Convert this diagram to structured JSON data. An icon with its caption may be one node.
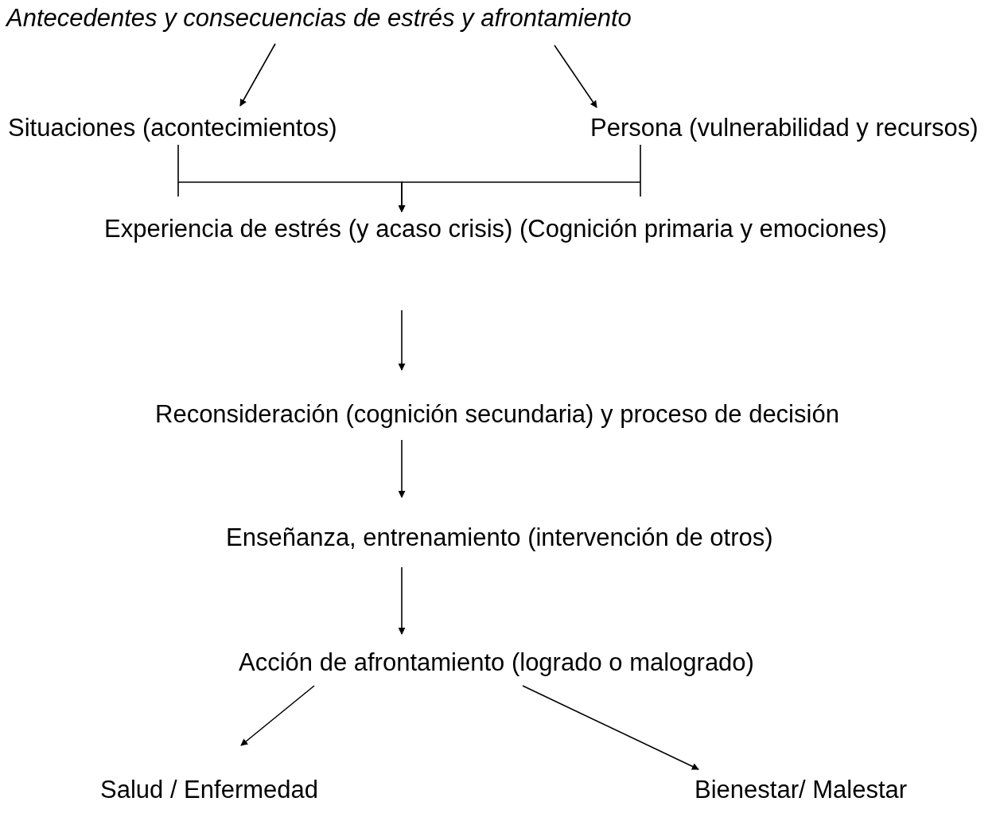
{
  "diagram": {
    "nodes": [
      {
        "text": [
          "Antecedentes y consecuencias de estrés y afrontamiento"
        ]
      },
      {
        "text": [
          "Situaciones (acontecimientos)"
        ]
      },
      {
        "text": [
          "Persona (vulnerabilidad y recursos)"
        ]
      },
      {
        "text": [
          "Experiencia de estrés (y acaso crisis) (Cognición primaria y emociones)"
        ]
      },
      {
        "text": [
          "Reconsideración (cognición secundaria) y proceso de decisión"
        ]
      },
      {
        "text": [
          "Enseñanza, entrenamiento (intervención de otros)"
        ]
      },
      {
        "text": [
          "Acción de afrontamiento (logrado o malogrado)"
        ]
      },
      {
        "text": [
          "Salud / Enfermedad"
        ]
      },
      {
        "text": [
          "Bienestar/ Malestar"
        ]
      }
    ],
    "edges": [
      {
        "from": 0,
        "to": 1,
        "arrow": "to"
      },
      {
        "from": 0,
        "to": 2,
        "arrow": "to"
      },
      {
        "from": 1,
        "to": 3,
        "arrow": "to"
      },
      {
        "from": 2,
        "to": 3,
        "arrow": "to"
      },
      {
        "from": 3,
        "to": 4,
        "arrow": "to"
      },
      {
        "from": 4,
        "to": 5,
        "arrow": "to"
      },
      {
        "from": 5,
        "to": 6,
        "arrow": "to"
      },
      {
        "from": 6,
        "to": 7,
        "arrow": "to"
      },
      {
        "from": 6,
        "to": 8,
        "arrow": "to"
      }
    ]
  }
}
